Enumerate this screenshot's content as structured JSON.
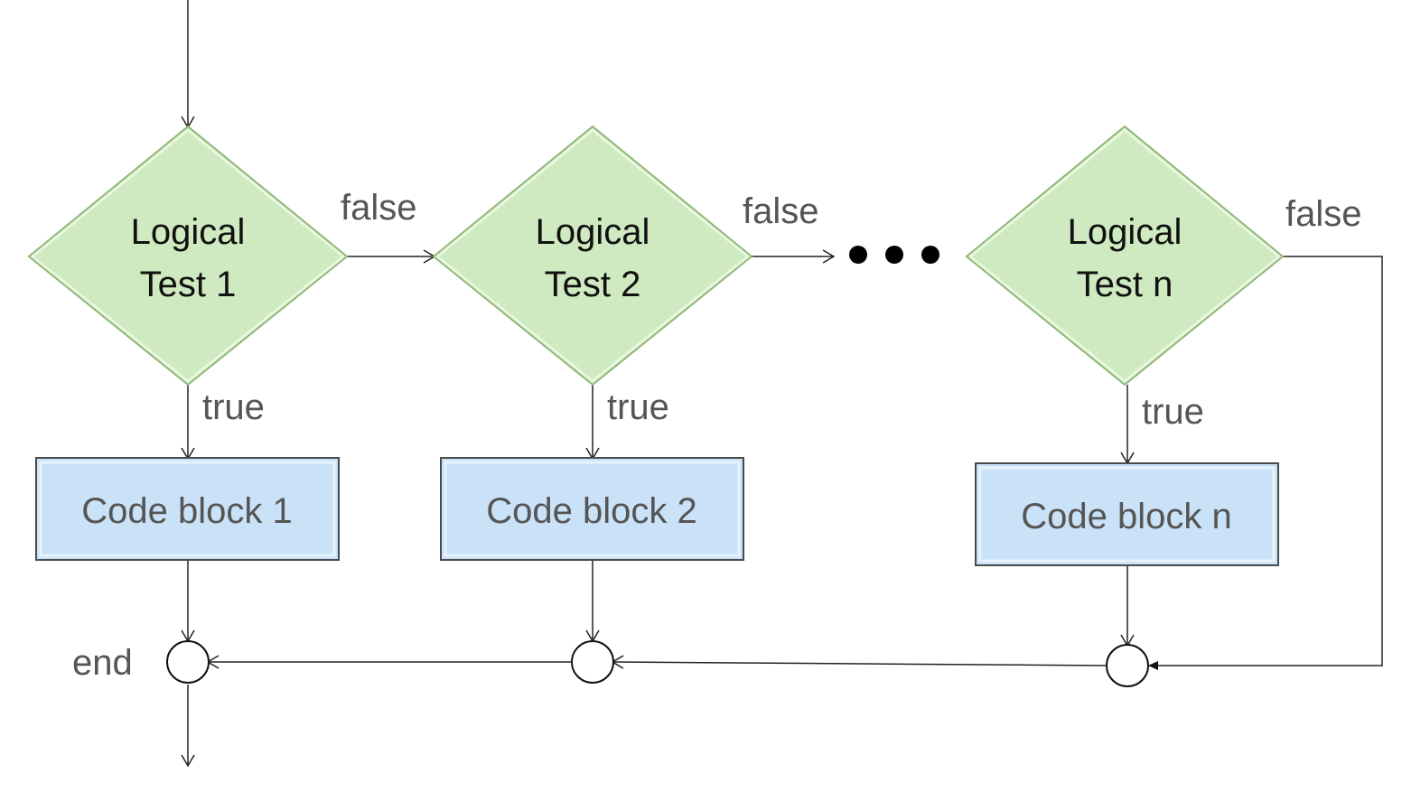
{
  "tests": [
    {
      "line1": "Logical",
      "line2": "Test 1"
    },
    {
      "line1": "Logical",
      "line2": "Test 2"
    },
    {
      "line1": "Logical",
      "line2": "Test n"
    }
  ],
  "blocks": [
    {
      "label": "Code block 1"
    },
    {
      "label": "Code block 2"
    },
    {
      "label": "Code block n"
    }
  ],
  "edges": {
    "false_1": "false",
    "false_2": "false",
    "false_n": "false",
    "true_1": "true",
    "true_2": "true",
    "true_n": "true",
    "end": "end"
  },
  "colors": {
    "diamond_fill": "#cfe9c0",
    "diamond_edge": "#8fb878",
    "block_fill": "#c9e2f7",
    "block_edge": "#4a4a4a",
    "label_text": "#555555",
    "line": "#222222"
  }
}
